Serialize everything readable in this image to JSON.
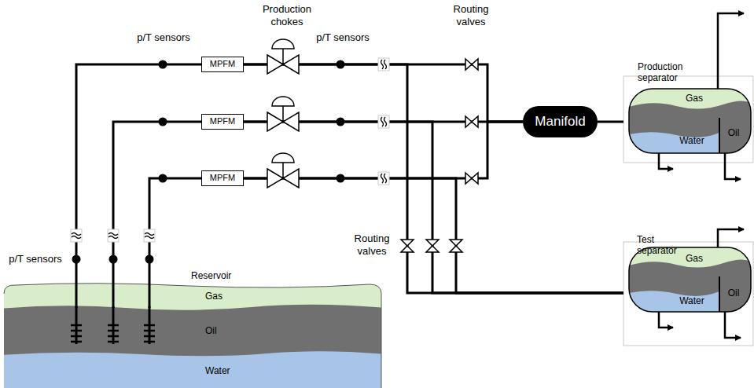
{
  "diagram": {
    "nodes": [
      {
        "text": [
          "Reservoir"
        ]
      },
      {
        "text": [
          "Gas"
        ],
        "in": 0
      },
      {
        "text": [
          "Oil"
        ],
        "in": 0
      },
      {
        "text": [
          "Water"
        ],
        "in": 0
      },
      {
        "text": [
          "MPFM"
        ]
      },
      {
        "text": [
          "MPFM"
        ]
      },
      {
        "text": [
          "MPFM"
        ]
      },
      {
        "text": [
          "Manifold"
        ]
      },
      {
        "text": [
          "Production separator"
        ]
      },
      {
        "text": [
          "Gas"
        ],
        "in": 8
      },
      {
        "text": [
          "Water"
        ],
        "in": 8
      },
      {
        "text": [
          "Oil"
        ],
        "in": 8
      },
      {
        "text": [
          "Test separator"
        ]
      },
      {
        "text": [
          "Gas"
        ],
        "in": 12
      },
      {
        "text": [
          "Water"
        ],
        "in": 12
      },
      {
        "text": [
          "Oil"
        ],
        "in": 12
      }
    ],
    "edges": [
      {
        "from": 2,
        "to": 4,
        "arrow": "none"
      },
      {
        "from": 2,
        "to": 5,
        "arrow": "none"
      },
      {
        "from": 2,
        "to": 6,
        "arrow": "none"
      },
      {
        "from": 4,
        "to": 7,
        "arrow": "none"
      },
      {
        "from": 5,
        "to": 7,
        "arrow": "none"
      },
      {
        "from": 6,
        "to": 7,
        "arrow": "none"
      },
      {
        "from": 4,
        "to": 12,
        "arrow": "none"
      },
      {
        "from": 5,
        "to": 12,
        "arrow": "none"
      },
      {
        "from": 6,
        "to": 12,
        "arrow": "none"
      },
      {
        "from": 7,
        "to": 8,
        "arrow": "none"
      }
    ],
    "labels": [
      "Production chokes",
      "p/T sensors",
      "p/T sensors",
      "Routing valves",
      "Routing valves",
      "p/T sensors"
    ]
  }
}
